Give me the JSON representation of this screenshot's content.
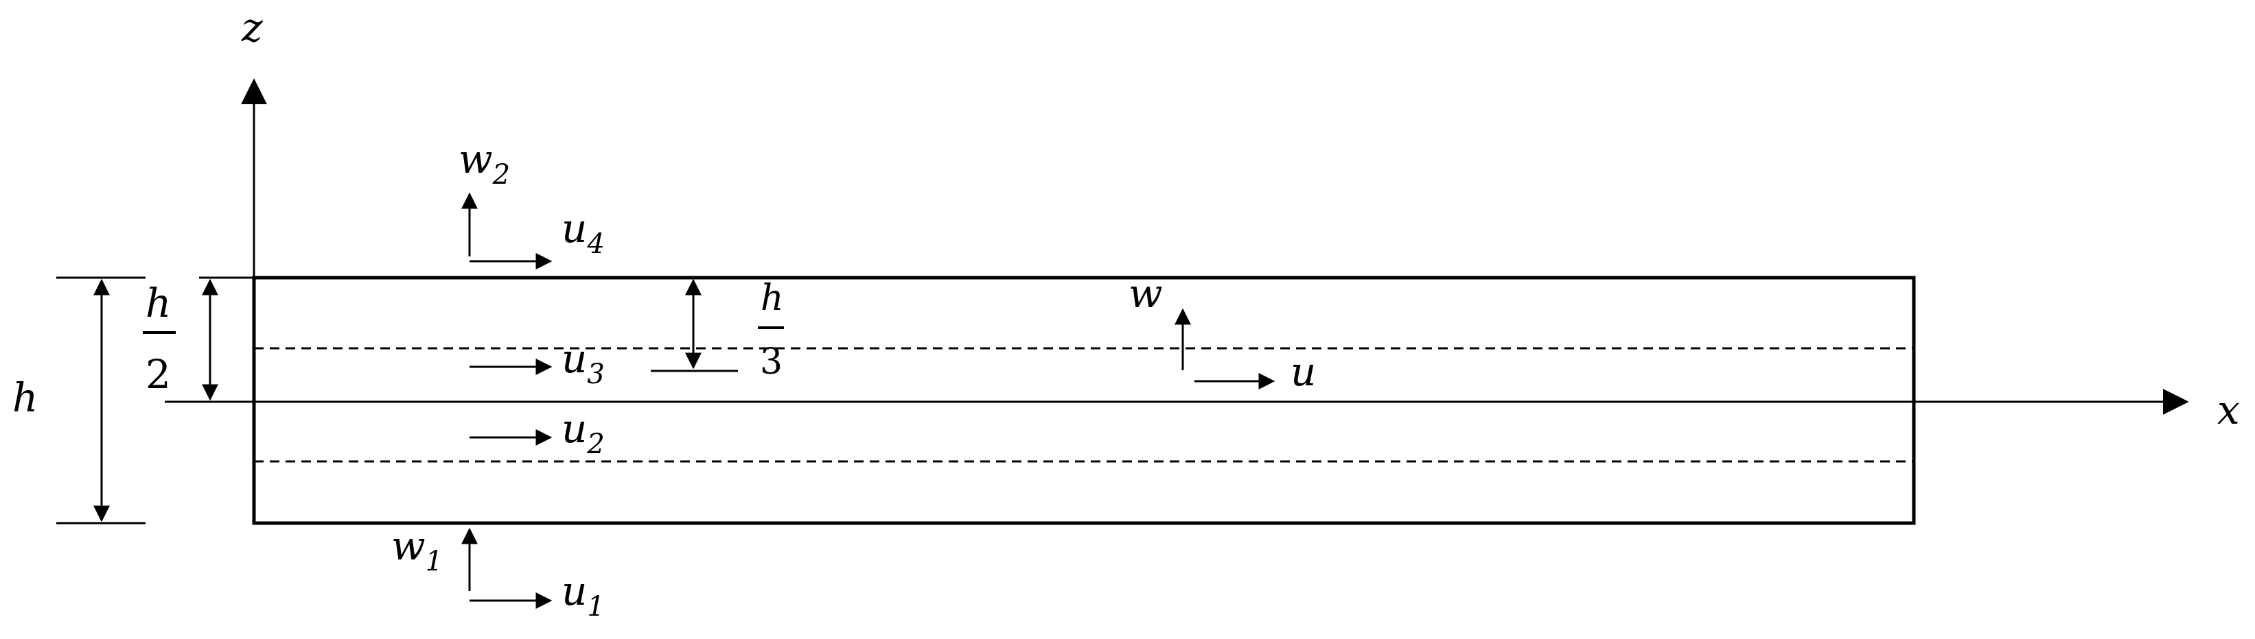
{
  "axes": {
    "x_label": "x",
    "z_label": "z"
  },
  "dimensions": {
    "total_height_label": "h",
    "half_height_numerator": "h",
    "half_height_denominator": "2",
    "third_height_numerator": "h",
    "third_height_denominator": "3"
  },
  "displacements": {
    "w2": {
      "base": "w",
      "subscript": "2"
    },
    "u4": {
      "base": "u",
      "subscript": "4"
    },
    "u3": {
      "base": "u",
      "subscript": "3"
    },
    "u2": {
      "base": "u",
      "subscript": "2"
    },
    "w1": {
      "base": "w",
      "subscript": "1"
    },
    "u1": {
      "base": "u",
      "subscript": "1"
    },
    "w": {
      "base": "w"
    },
    "u": {
      "base": "u"
    }
  }
}
